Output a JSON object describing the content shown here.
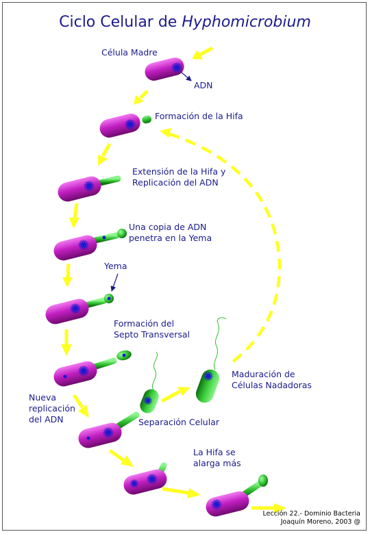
{
  "title": {
    "prefix": "Ciclo Celular de ",
    "italic": "Hyphomicrobium"
  },
  "labels": {
    "celula_madre": "Célula Madre",
    "adn": "ADN",
    "formacion_hifa": "Formación de la Hifa",
    "extension_1": "Extensión de la Hifa y",
    "extension_2": "Replicación del ADN",
    "copia_1": "Una copia de ADN",
    "copia_2": "penetra en la Yema",
    "yema": "Yema",
    "septo_1": "Formación del",
    "septo_2": "Septo Transversal",
    "maduracion_1": "Maduración de",
    "maduracion_2": "Células Nadadoras",
    "nueva_1": "Nueva",
    "nueva_2": "replicación",
    "nueva_3": "del ADN",
    "separacion": "Separación Celular",
    "hifa_larga_1": "La Hifa se",
    "hifa_larga_2": "alarga más"
  },
  "credits": {
    "line1": "Lección 22.- Dominio Bacteria",
    "line2": "Joaquín Moreno, 2003 @"
  },
  "colors": {
    "text": "#1a1a8c",
    "cell": "#c21fc2",
    "hypha": "#2fbf2f",
    "dna": "#1a1ad0",
    "arrow": "#ffff22"
  }
}
